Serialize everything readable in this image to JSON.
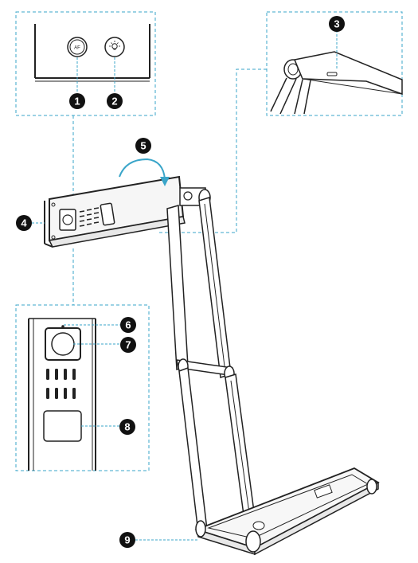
{
  "diagram": {
    "callouts": [
      {
        "id": "1",
        "label": "1"
      },
      {
        "id": "2",
        "label": "2"
      },
      {
        "id": "3",
        "label": "3"
      },
      {
        "id": "4",
        "label": "4"
      },
      {
        "id": "5",
        "label": "5"
      },
      {
        "id": "6",
        "label": "6"
      },
      {
        "id": "7",
        "label": "7"
      },
      {
        "id": "8",
        "label": "8"
      },
      {
        "id": "9",
        "label": "9"
      }
    ],
    "buttons": {
      "af_icon_text": "AF",
      "af_icon": "af-focus-icon",
      "light_icon": "light-bulb-icon"
    },
    "colors": {
      "leader_line": "#3aa5c9",
      "callout_fill": "#111111",
      "stroke": "#222222",
      "fill_light": "#f4f4f4"
    }
  }
}
